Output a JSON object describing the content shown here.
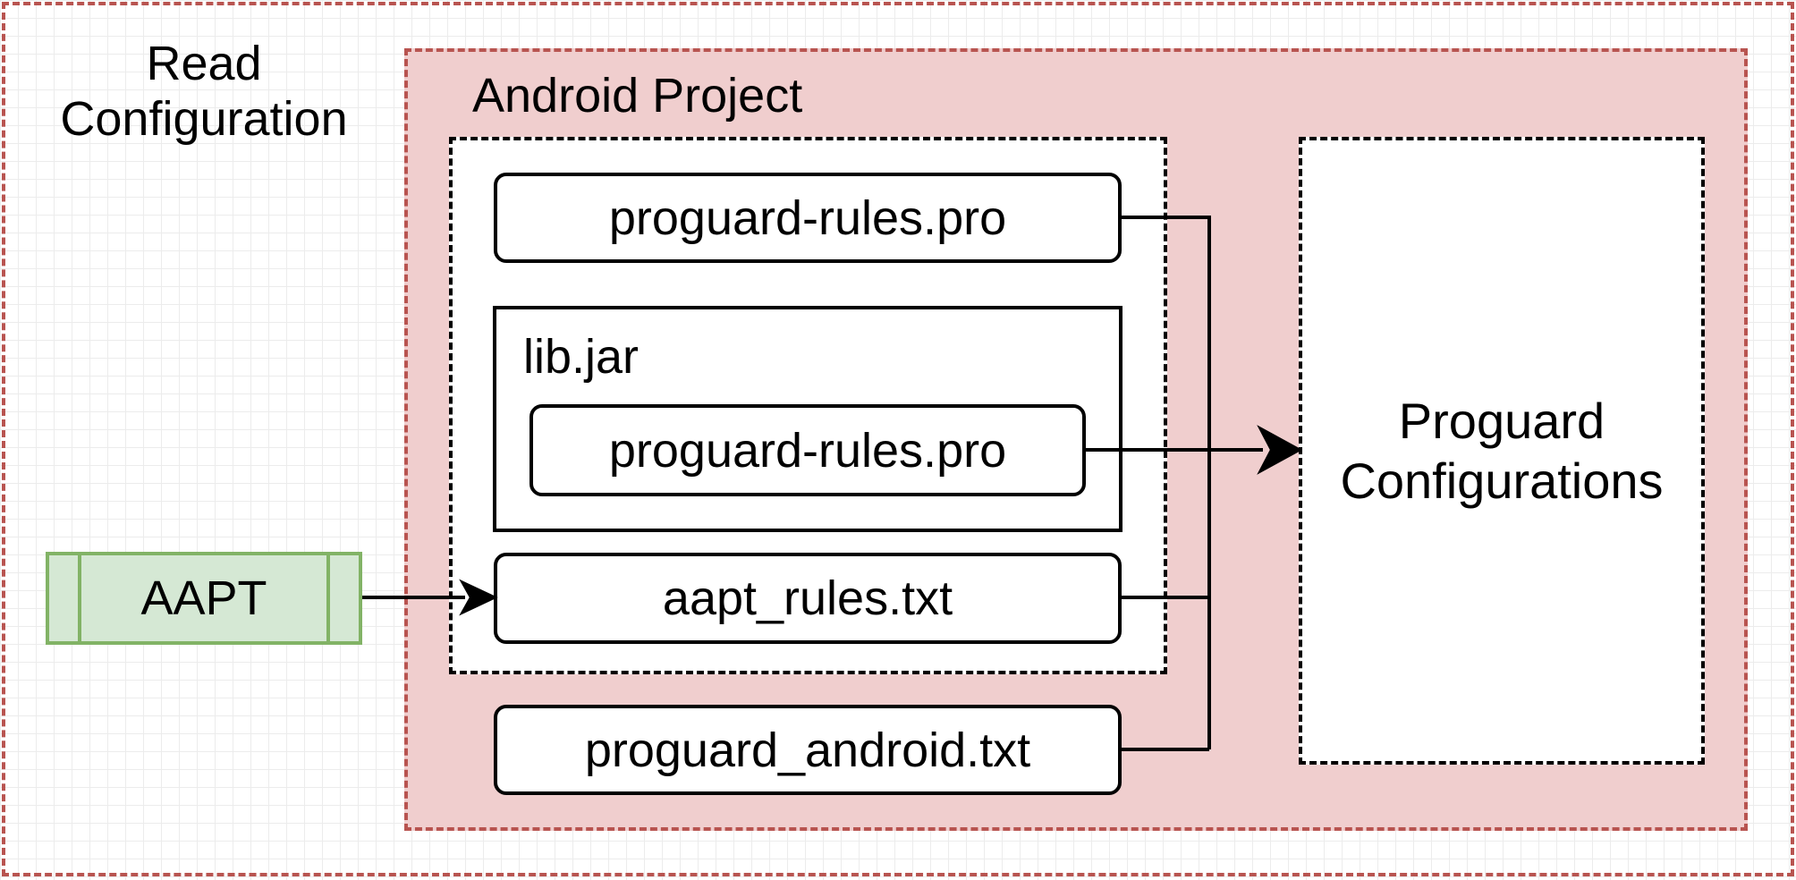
{
  "diagram": {
    "outer_label": "Read\nConfiguration",
    "project_label": "Android Project",
    "files": {
      "project_rules": "proguard-rules.pro",
      "lib_label": "lib.jar",
      "lib_rules": "proguard-rules.pro",
      "aapt_rules": "aapt_rules.txt",
      "proguard_android": "proguard_android.txt"
    },
    "aapt_label": "AAPT",
    "target_label": "Proguard\nConfigurations"
  },
  "colors": {
    "outer_border": "#b85450",
    "project_fill": "#f0cece",
    "aapt_fill": "#d5e8d4",
    "aapt_border": "#82b366",
    "line": "#000000"
  }
}
